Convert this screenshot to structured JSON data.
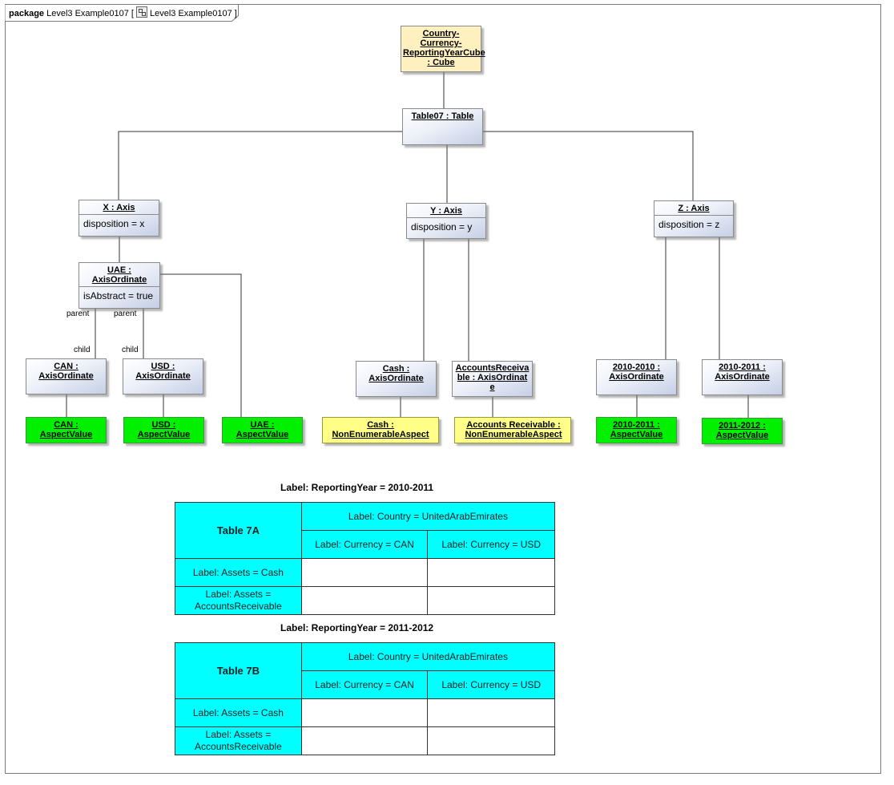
{
  "frame": {
    "keyword": "package",
    "name": "Level3 Example0107",
    "diagram_ref": "Level3 Example0107"
  },
  "nodes": {
    "cube": {
      "title": "Country-Currency-ReportingYearCube : Cube"
    },
    "table": {
      "title": "Table07 : Table"
    },
    "x_axis": {
      "title": "X : Axis",
      "attr": "disposition = x"
    },
    "y_axis": {
      "title": "Y : Axis",
      "attr": "disposition = y"
    },
    "z_axis": {
      "title": "Z : Axis",
      "attr": "disposition = z"
    },
    "uae_ord": {
      "title": "UAE : AxisOrdinate",
      "attr": "isAbstract = true"
    },
    "can_ord": {
      "title": "CAN : AxisOrdinate"
    },
    "usd_ord": {
      "title": "USD : AxisOrdinate"
    },
    "cash_ord": {
      "title": "Cash : AxisOrdinate"
    },
    "ar_ord": {
      "title": "AccountsReceivable : AxisOrdinate"
    },
    "y2010_ord": {
      "title": "2010-2010 : AxisOrdinate"
    },
    "y2011_ord": {
      "title": "2010-2011 : AxisOrdinate"
    },
    "can_val": {
      "title": "CAN : AspectValue"
    },
    "usd_val": {
      "title": "USD : AspectValue"
    },
    "uae_val": {
      "title": "UAE : AspectValue"
    },
    "cash_asp": {
      "title": "Cash : NonEnumerableAspect"
    },
    "ar_asp": {
      "title": "Accounts Receivable : NonEnumerableAspect"
    },
    "v2010_val": {
      "title": "2010-2011 : AspectValue"
    },
    "v2011_val": {
      "title": "2011-2012 : AspectValue"
    }
  },
  "role_labels": {
    "parent": "parent",
    "child": "child"
  },
  "tables": [
    {
      "caption": "Label: ReportingYear = 2010-2011",
      "corner": "Table 7A",
      "country": "Label: Country = UnitedArabEmirates",
      "currency_can": "Label: Currency = CAN",
      "currency_usd": "Label: Currency = USD",
      "row_cash": "Label: Assets = Cash",
      "row_ar_1": "Label: Assets =",
      "row_ar_2": "AccountsReceivable"
    },
    {
      "caption": "Label: ReportingYear = 2011-2012",
      "corner": "Table 7B",
      "country": "Label: Country = UnitedArabEmirates",
      "currency_can": "Label: Currency = CAN",
      "currency_usd": "Label: Currency = USD",
      "row_cash": "Label: Assets = Cash",
      "row_ar_1": "Label: Assets =",
      "row_ar_2": "AccountsReceivable"
    }
  ],
  "colors": {
    "cube_fill": "#fff0bf",
    "value_fill": "#00f000",
    "aspect_fill": "#ffff88",
    "table_header": "#00ffff"
  }
}
